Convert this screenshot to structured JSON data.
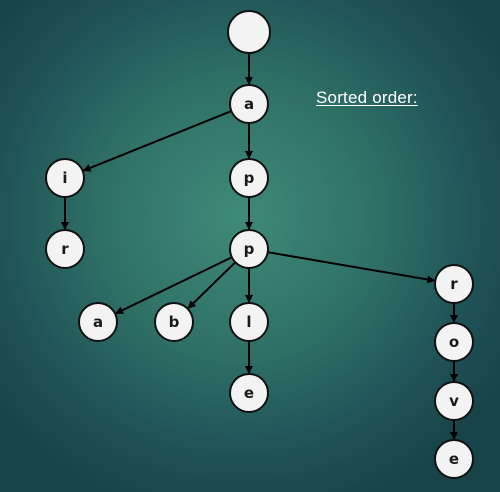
{
  "heading": {
    "sorted_order_label": "Sorted order:"
  },
  "colors": {
    "node_fill": "#f3f3f3",
    "node_stroke": "#111111",
    "edge_stroke": "#000000"
  },
  "tree": {
    "nodes": [
      {
        "id": "root",
        "label": ""
      },
      {
        "id": "a",
        "label": "a"
      },
      {
        "id": "i",
        "label": "i"
      },
      {
        "id": "r1",
        "label": "r"
      },
      {
        "id": "p1",
        "label": "p"
      },
      {
        "id": "p2",
        "label": "p"
      },
      {
        "id": "a2",
        "label": "a"
      },
      {
        "id": "b",
        "label": "b"
      },
      {
        "id": "l",
        "label": "l"
      },
      {
        "id": "e1",
        "label": "e"
      },
      {
        "id": "r2",
        "label": "r"
      },
      {
        "id": "o",
        "label": "o"
      },
      {
        "id": "v",
        "label": "v"
      },
      {
        "id": "e2",
        "label": "e"
      }
    ],
    "edges": [
      [
        "root",
        "a"
      ],
      [
        "a",
        "i"
      ],
      [
        "a",
        "p1"
      ],
      [
        "i",
        "r1"
      ],
      [
        "p1",
        "p2"
      ],
      [
        "p2",
        "a2"
      ],
      [
        "p2",
        "b"
      ],
      [
        "p2",
        "l"
      ],
      [
        "p2",
        "r2"
      ],
      [
        "l",
        "e1"
      ],
      [
        "r2",
        "o"
      ],
      [
        "o",
        "v"
      ],
      [
        "v",
        "e2"
      ]
    ]
  }
}
